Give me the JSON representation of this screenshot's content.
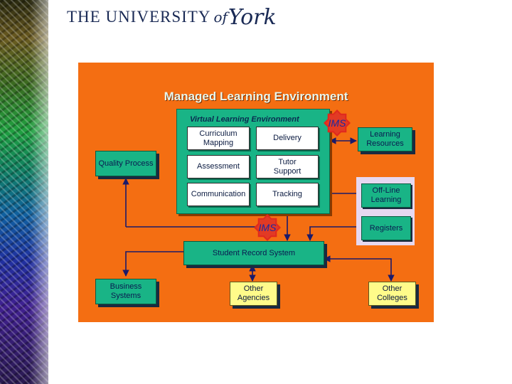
{
  "header": {
    "university_prefix": "THE UNIVERSITY",
    "of_text": "of",
    "york_text": "York"
  },
  "diagram": {
    "title": "Managed Learning Environment",
    "vle": {
      "title": "Virtual Learning Environment",
      "boxes": {
        "curriculum_mapping": "Curriculum\nMapping",
        "delivery": "Delivery",
        "assessment": "Assessment",
        "tutor_support": "Tutor\nSupport",
        "communication": "Communication",
        "tracking": "Tracking"
      }
    },
    "ims_label": "IMS",
    "learning_resources": "Learning\nResources",
    "quality_process": "Quality Process",
    "off_line_learning": "Off-Line\nLearning",
    "registers": "Registers",
    "student_record_system": "Student Record System",
    "business_systems": "Business\nSystems",
    "other_agencies": "Other\nAgencies",
    "other_colleges": "Other\nColleges"
  },
  "colors": {
    "background_orange": "#f46e12",
    "box_green": "#19b486",
    "box_yellow": "#fffb8a",
    "ims_red": "#e0281e",
    "text_navy": "#0a1a40"
  }
}
